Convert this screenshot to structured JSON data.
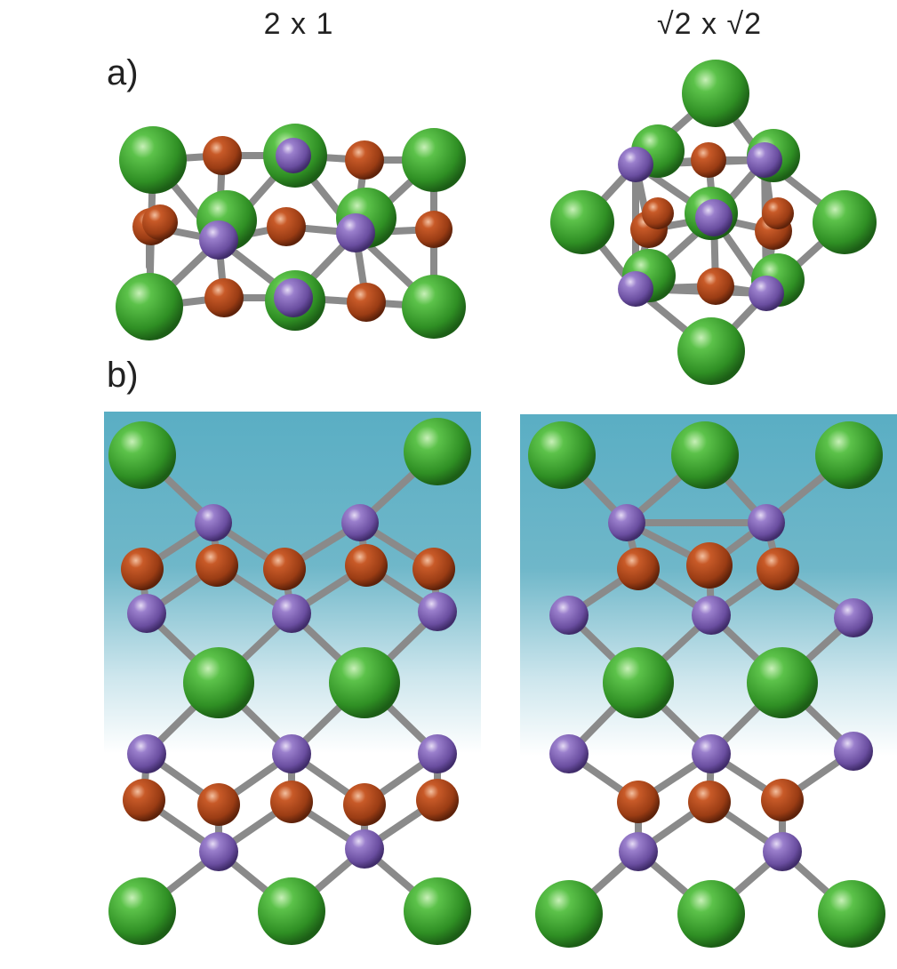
{
  "columns": {
    "left_title": "2 x 1",
    "right_title": "√2 x √2"
  },
  "panels": {
    "a_label": "a)",
    "b_label": "b)"
  },
  "legend_colors": {
    "green_atom": "#3aa530",
    "purple_atom": "#7a5cb0",
    "orange_atom": "#b5491e",
    "bond": "#8a8a8a",
    "background_top": "#5aaec4"
  }
}
